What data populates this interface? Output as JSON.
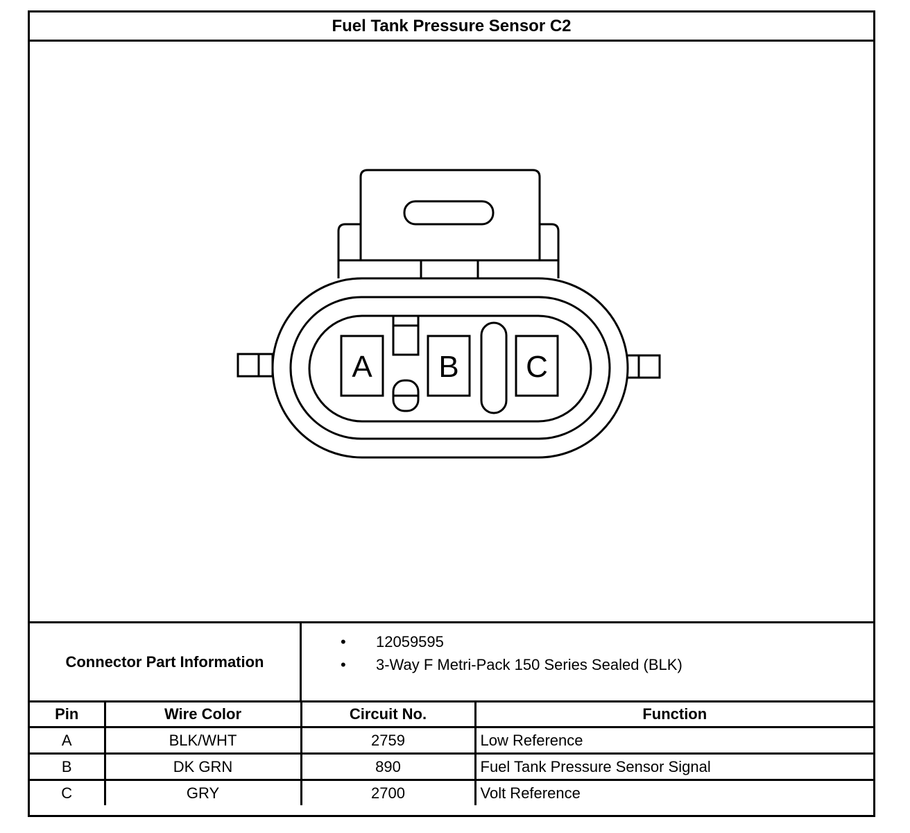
{
  "title": "Fuel Tank Pressure Sensor C2",
  "connector": {
    "cavities": [
      "A",
      "B",
      "C"
    ]
  },
  "part_info": {
    "label": "Connector Part Information",
    "items": [
      "12059595",
      "3-Way F Metri-Pack 150 Series Sealed (BLK)"
    ]
  },
  "pin_table": {
    "headers": [
      "Pin",
      "Wire Color",
      "Circuit No.",
      "Function"
    ],
    "rows": [
      [
        "A",
        "BLK/WHT",
        "2759",
        "Low Reference"
      ],
      [
        "B",
        "DK GRN",
        "890",
        "Fuel Tank Pressure Sensor Signal"
      ],
      [
        "C",
        "GRY",
        "2700",
        "Volt Reference"
      ]
    ]
  }
}
